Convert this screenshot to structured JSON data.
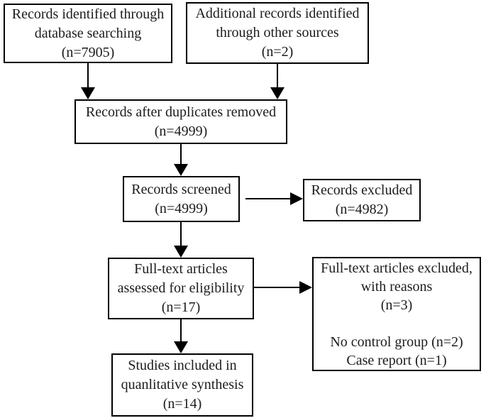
{
  "diagram": {
    "type": "prisma-flowchart",
    "colors": {
      "border": "#000000",
      "background": "#ffffff",
      "text": "#1c1c1c"
    },
    "boxes": [
      {
        "id": "records-identified",
        "text": "Records identified through\ndatabase searching\n(n=7905)"
      },
      {
        "id": "additional-records",
        "text": "Additional records identified\nthrough other sources\n(n=2)"
      },
      {
        "id": "duplicates-removed",
        "text": "Records after duplicates removed\n(n=4999)"
      },
      {
        "id": "records-screened",
        "text": "Records screened\n(n=4999)"
      },
      {
        "id": "records-excluded",
        "text": "Records excluded\n(n=4982)"
      },
      {
        "id": "fulltext-assessed",
        "text": "Full-text articles\nassessed for eligibility\n(n=17)"
      },
      {
        "id": "fulltext-excluded",
        "text": "Full-text articles excluded,\nwith reasons\n(n=3)\n\nNo control group (n=2)\nCase report (n=1)"
      },
      {
        "id": "studies-included",
        "text": "Studies included in\nquanlitative synthesis\n(n=14)"
      }
    ]
  }
}
